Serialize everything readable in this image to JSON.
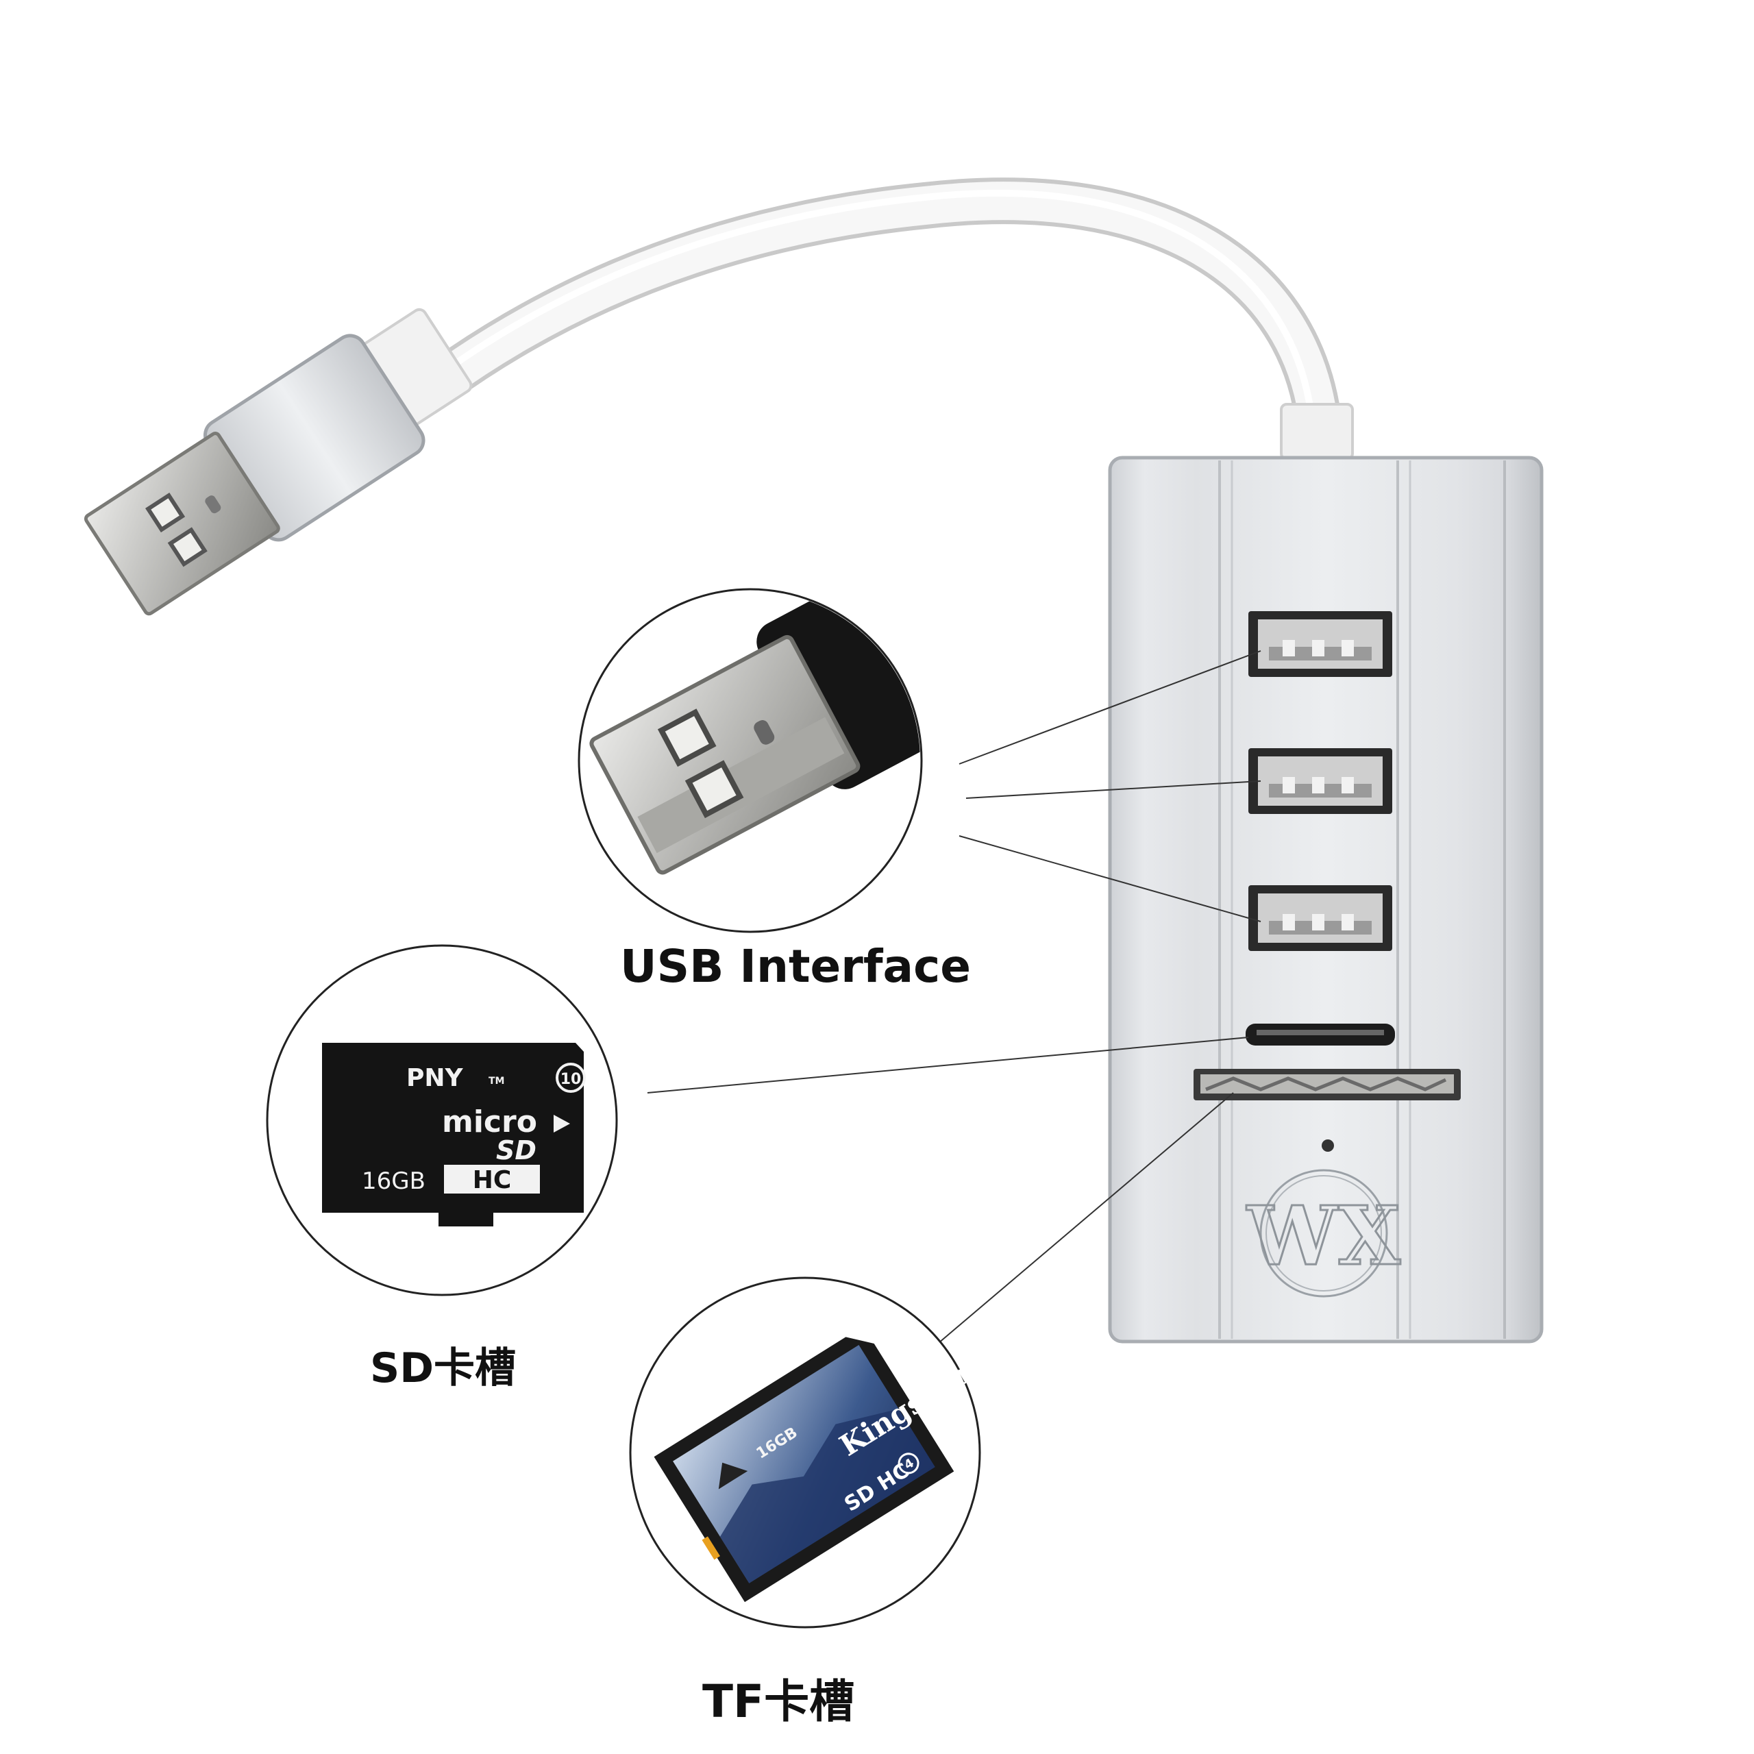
{
  "labels": {
    "usb": "USB Interface",
    "sd": "SD卡槽",
    "tf": "TF卡槽"
  },
  "microsd_card": {
    "brand": "PNY",
    "tm": "TM",
    "speed_class": "10",
    "type_line1": "micro",
    "type_line2": "SD",
    "capacity": "16GB",
    "standard": "HC"
  },
  "sd_card": {
    "brand": "Kingston",
    "capacity": "16GB",
    "standard": "SD HC",
    "class": "4"
  },
  "hub_logo": "WX",
  "colors": {
    "background": "#ffffff",
    "aluminum": "#d9dbde",
    "cable": "#f4f4f4",
    "label_text": "#111111",
    "card_black": "#141414"
  }
}
